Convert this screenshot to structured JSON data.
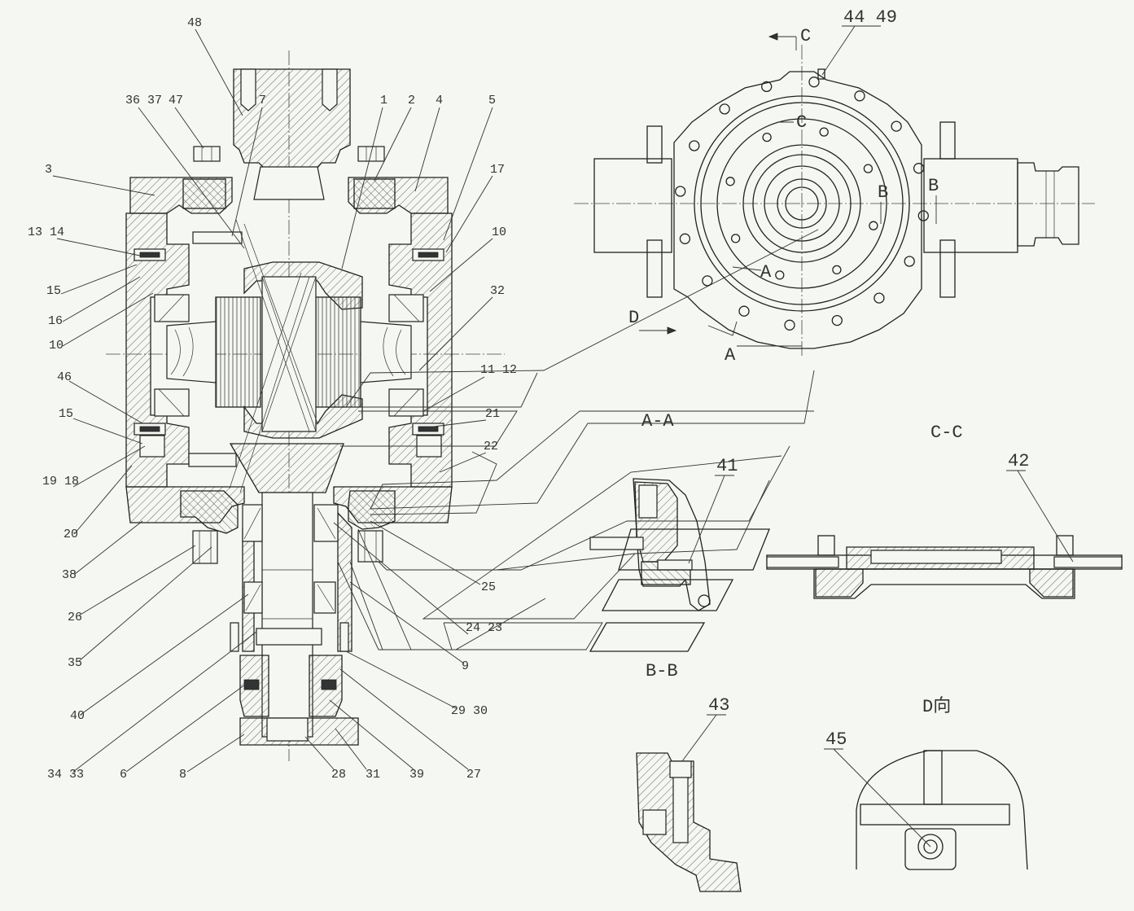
{
  "section_callouts": [
    "48",
    "36 37",
    "47",
    "7",
    "1",
    "2",
    "4",
    "5",
    "3",
    "17",
    "13 14",
    "10",
    "15",
    "32",
    "16",
    "10",
    "46",
    "11 12",
    "15",
    "21",
    "22",
    "19 18",
    "20",
    "38",
    "25",
    "26",
    "24 23",
    "35",
    "9",
    "40",
    "29 30",
    "34 33",
    "6",
    "8",
    "28",
    "31",
    "39",
    "27"
  ],
  "front_view": {
    "section_c_label": "C",
    "section_c_inner_label": "C",
    "callout_44_49": "44 49",
    "section_b_left_label": "B",
    "section_b_right_label": "B",
    "section_a_upper_label": "A",
    "view_d_arrow_label": "D",
    "section_a_lower_label": "A"
  },
  "section_aa": {
    "title": "A-A",
    "callout": "41"
  },
  "section_cc": {
    "title": "C-C",
    "callout": "42"
  },
  "section_bb": {
    "title": "B-B"
  },
  "detail_43": {
    "callout": "43"
  },
  "view_d": {
    "title": "D向",
    "callout": "45"
  },
  "colors": {
    "background": "#f5f7f2",
    "line": "#222222"
  }
}
